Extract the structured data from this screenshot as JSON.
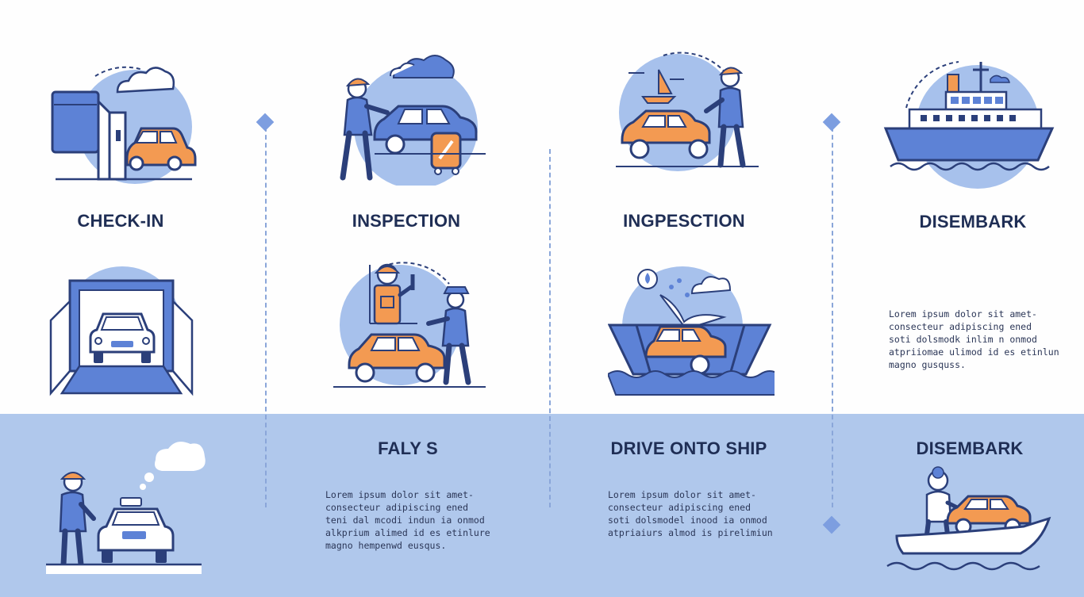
{
  "colors": {
    "navy": "#2b3f7a",
    "blue_light": "#a7c1ec",
    "blue_mid": "#5d82d6",
    "orange": "#f39a52",
    "band": "#b0c8ec",
    "title": "#1f2e55"
  },
  "top_row": {
    "titles": [
      "CHECK-IN",
      "INSPECTION",
      "INGPESCTION",
      "DISEMBARK"
    ],
    "icons": [
      "check-in-booth-car-icon",
      "inspection-worker-car-icon",
      "inspection-sailboat-worker-icon",
      "ferry-ship-icon"
    ]
  },
  "middle_row": {
    "icons": [
      "car-in-garage-icon",
      "inspector-officer-car-icon",
      "car-ferry-splash-icon"
    ],
    "text": "Lorem ipsum dolor sit amet-\nconsecteur adipiscing ened\nsoti dolsmodk inlim n onmod\natpriiomae ulimod id es etinlun\nmagno gusquss."
  },
  "band_row": {
    "titles": [
      "FALY S",
      "DRIVE ONTO SHIP",
      "DISEMBARK"
    ],
    "text_left": "Lorem ipsum dolor sit amet-\nconsecteur adipiscing ened\nteni dal mcodi indun ia onmod\nalkprium alimed id es etinlure\nmagno hempenwd eusqus.",
    "text_right": "Lorem ipsum dolor sit amet-\nconsecteur adipiscing ened\nsoti dolsmodel inood ia onmod\natpriaiurs almod is pirelimiun",
    "icons": [
      "attendant-car-icon",
      "car-on-boat-icon"
    ]
  }
}
